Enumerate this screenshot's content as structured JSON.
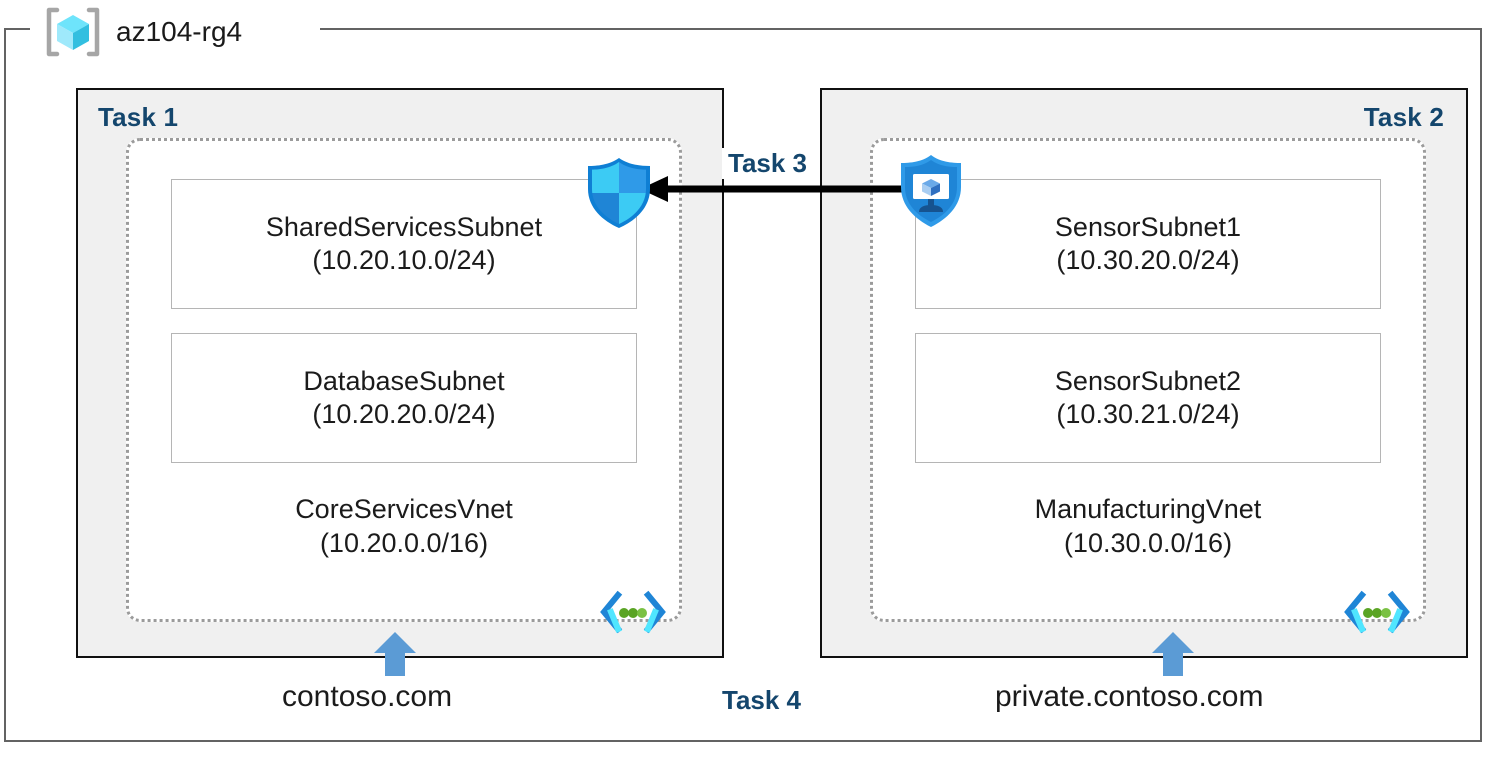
{
  "resource_group": {
    "name": "az104-rg4",
    "icon": "resource-group-cube-icon"
  },
  "panels": [
    {
      "task_label": "Task 1",
      "vnet": {
        "name": "CoreServicesVnet",
        "cidr": "(10.20.0.0/16)",
        "icon": "virtual-network-icon"
      },
      "subnets": [
        {
          "name": "SharedServicesSubnet",
          "cidr": "(10.20.10.0/24)"
        },
        {
          "name": "DatabaseSubnet",
          "cidr": "(10.20.20.0/24)"
        }
      ],
      "dns_zone": "contoso.com",
      "dns_arrow_icon": "up-arrow-icon"
    },
    {
      "task_label": "Task 2",
      "vnet": {
        "name": "ManufacturingVnet",
        "cidr": "(10.30.0.0/16)",
        "icon": "virtual-network-icon"
      },
      "subnets": [
        {
          "name": "SensorSubnet1",
          "cidr": "(10.30.20.0/24)"
        },
        {
          "name": "SensorSubnet2",
          "cidr": "(10.30.21.0/24)"
        }
      ],
      "dns_zone": "private.contoso.com",
      "dns_arrow_icon": "up-arrow-icon"
    }
  ],
  "icons": {
    "firewall": "azure-firewall-shield-icon",
    "nsg_vm": "network-security-group-shield-vm-icon",
    "peering_arrow": "left-arrow-icon"
  },
  "annotations": {
    "task3": "Task 3",
    "task4": "Task 4"
  },
  "colors": {
    "task_label": "#14466d",
    "panel_fill": "#f0f0f0",
    "panel_border": "#101010",
    "vnet_border": "#9b9b9b",
    "subnet_border": "#b5b5b5",
    "rg_border": "#636363",
    "arrow_blue": "#5b9bd5",
    "arrow_black": "#000000",
    "cube_cyan": "#50e6ff",
    "shield_blue": "#0078d4"
  }
}
